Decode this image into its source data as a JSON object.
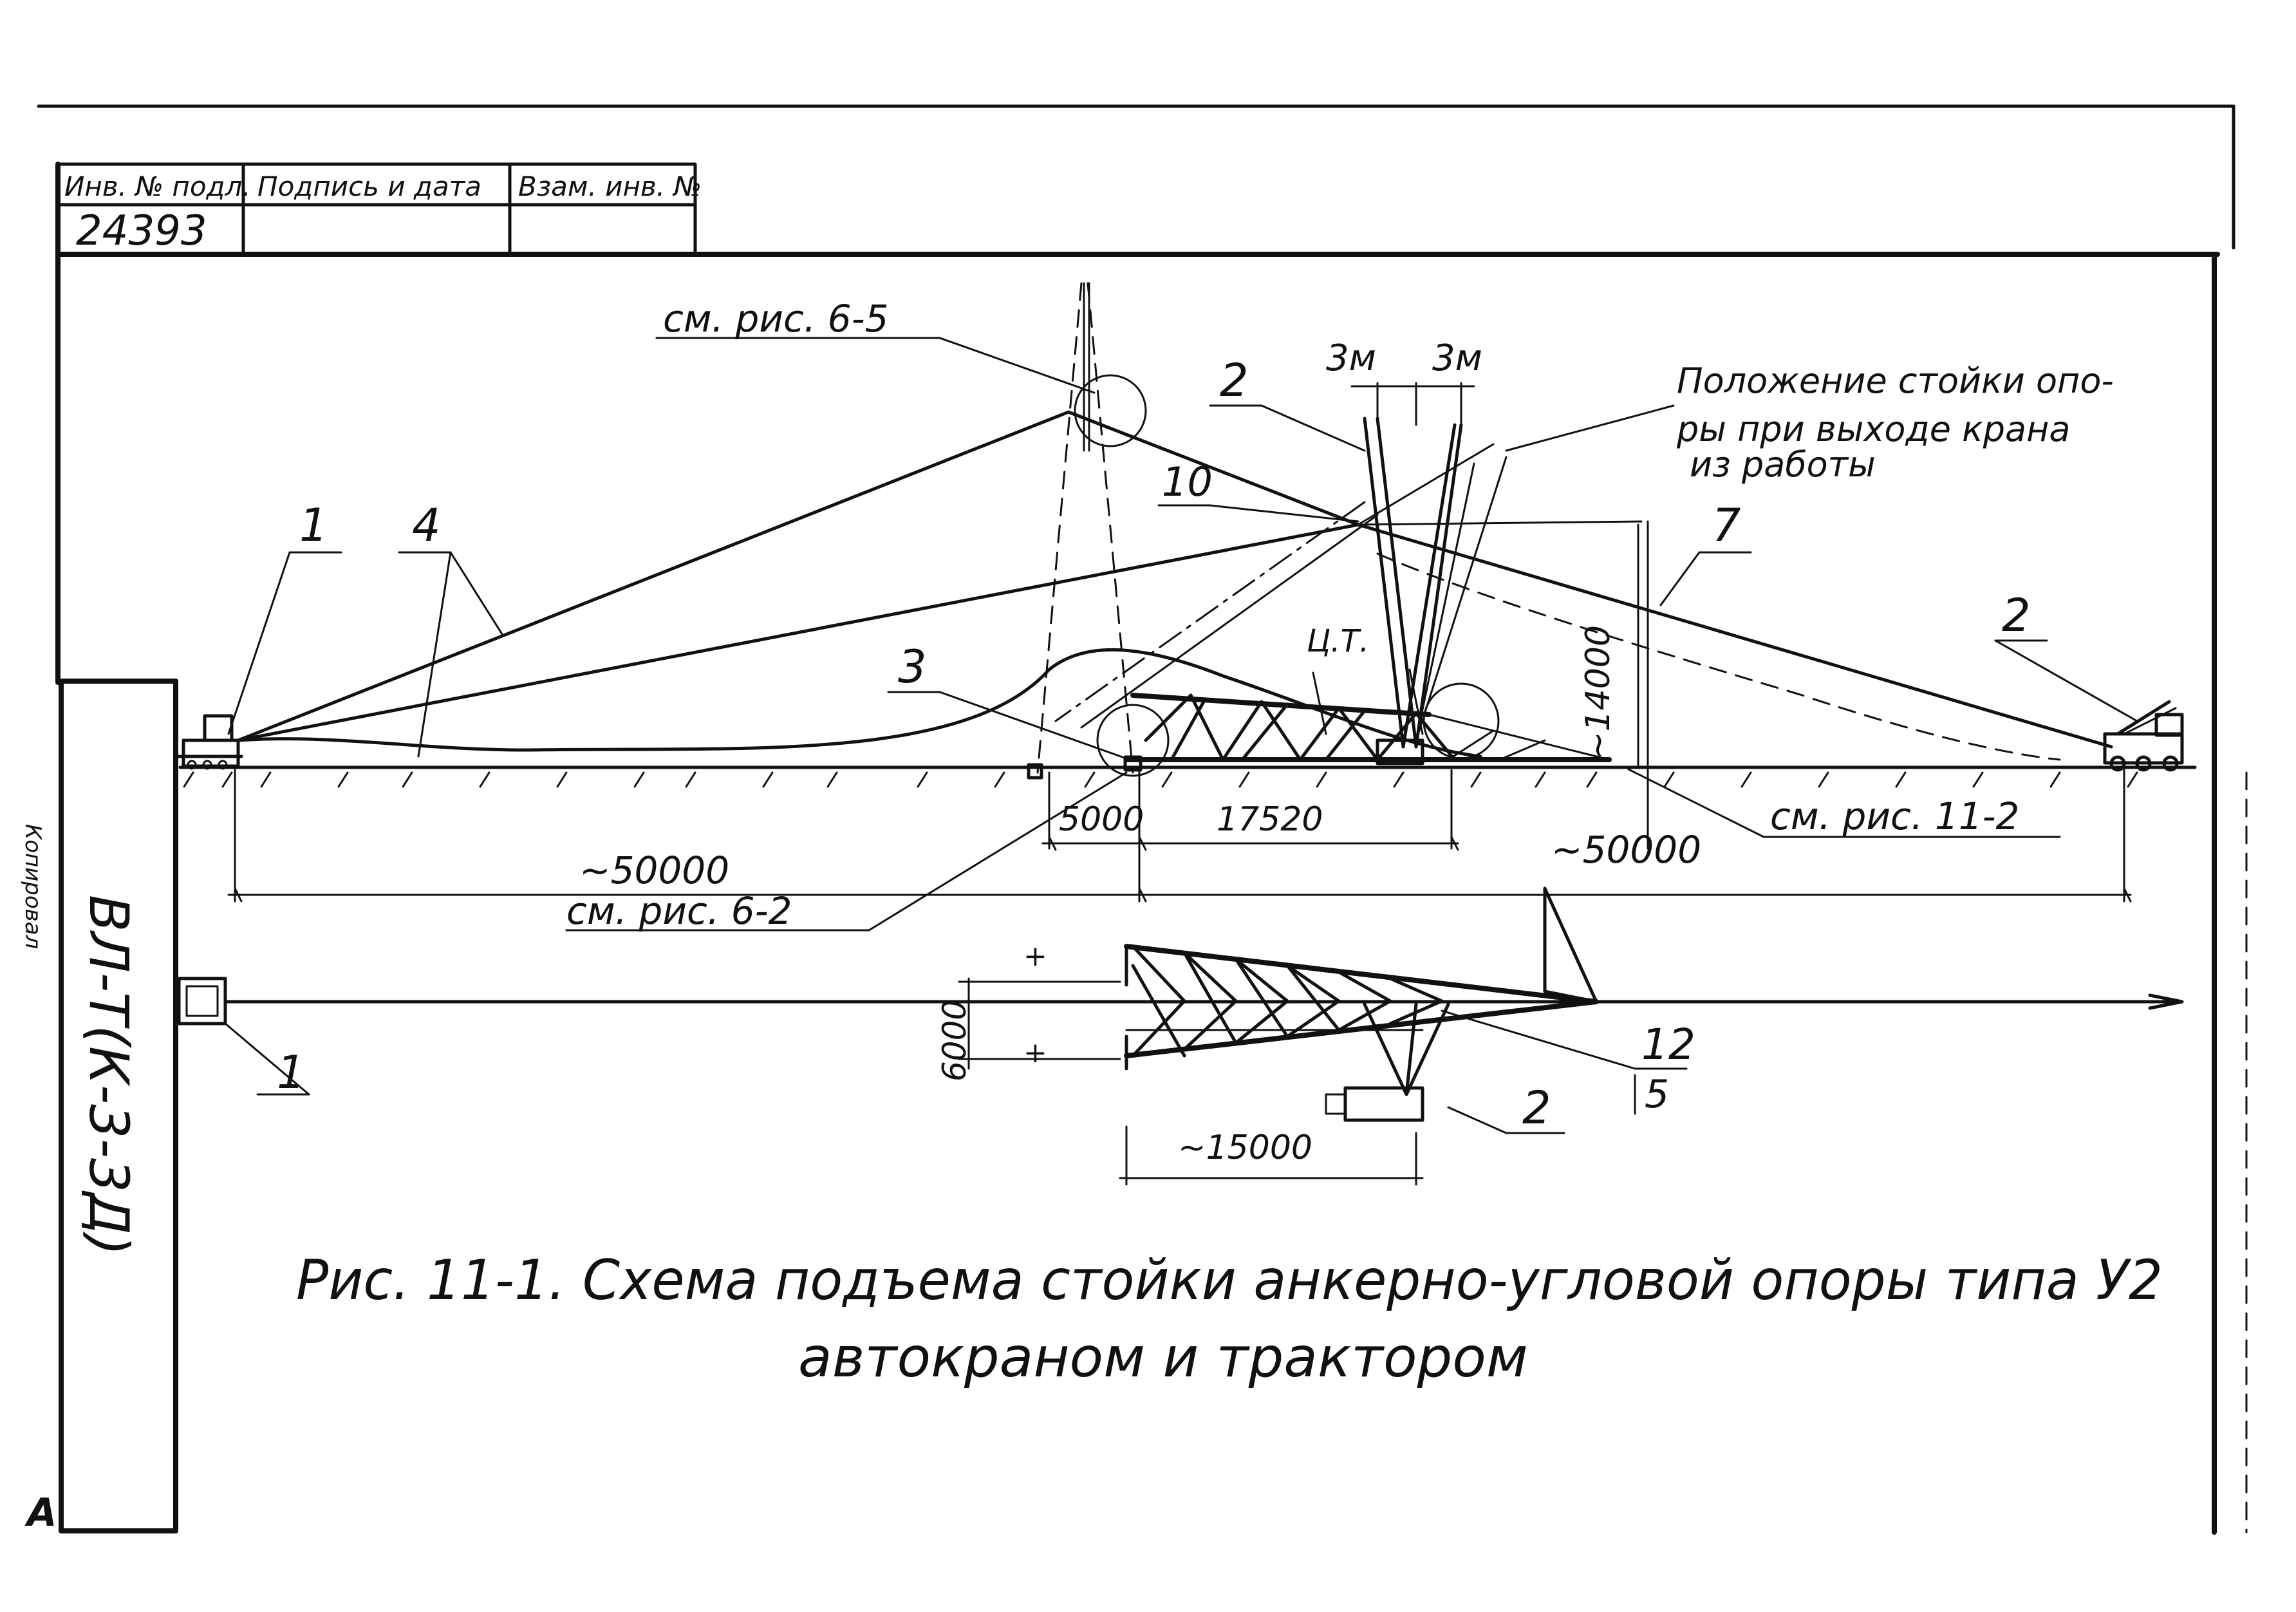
{
  "stamp": {
    "inv_no_label": "Инв. № подл.",
    "signature_label": "Подпись и дата",
    "replace_label": "Взам. инв. №",
    "inv_no_value": "24393"
  },
  "side_text": {
    "project_code": "ВЛ-Т(К-3-3Д)",
    "margin_note": "Копировал"
  },
  "references": {
    "fig_6_5": "см. рис. 6-5",
    "fig_6_2": "см. рис. 6-2",
    "fig_11_2": "см. рис. 11-2"
  },
  "annotation": {
    "line1": "Положение стойки опо-",
    "line2": "ры при выходе крана",
    "line3": "из работы"
  },
  "labels": {
    "tractor_1": "1",
    "tractor_1_plan": "1",
    "crane_2_top": "2",
    "crane_2_right": "2",
    "crane_2_plan": "2",
    "item_3": "3",
    "item_4": "4",
    "item_7": "7",
    "item_10": "10",
    "item_12": "12",
    "item_12_sub": "5",
    "center_of_gravity": "Ц.Т."
  },
  "dimensions": {
    "gap_left": "3м",
    "gap_right": "3м",
    "height_14000": "~14000",
    "span_5000": "5000",
    "span_17520": "17520",
    "left_50000": "~50000",
    "right_50000": "~50000",
    "plan_6000": "6000",
    "plan_15000": "~15000"
  },
  "caption": {
    "line1": "Рис. 11-1. Схема подъема стойки анкерно-угловой опоры типа У2",
    "line2": "автокраном и трактором"
  },
  "corner_mark": "А"
}
